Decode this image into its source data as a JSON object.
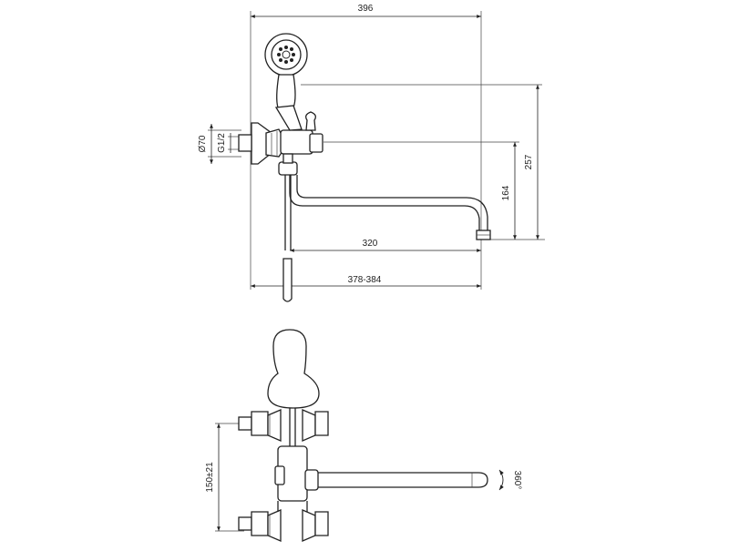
{
  "dimensions": {
    "overall_width": "396",
    "diameter": "Ø70",
    "thread": "G1/2",
    "height_total": "257",
    "height_spout": "164",
    "spout_reach": "320",
    "wall_distance": "378-384",
    "centers": "150±21",
    "rotation": "360°"
  },
  "colors": {
    "line": "#222222",
    "background": "#ffffff"
  }
}
